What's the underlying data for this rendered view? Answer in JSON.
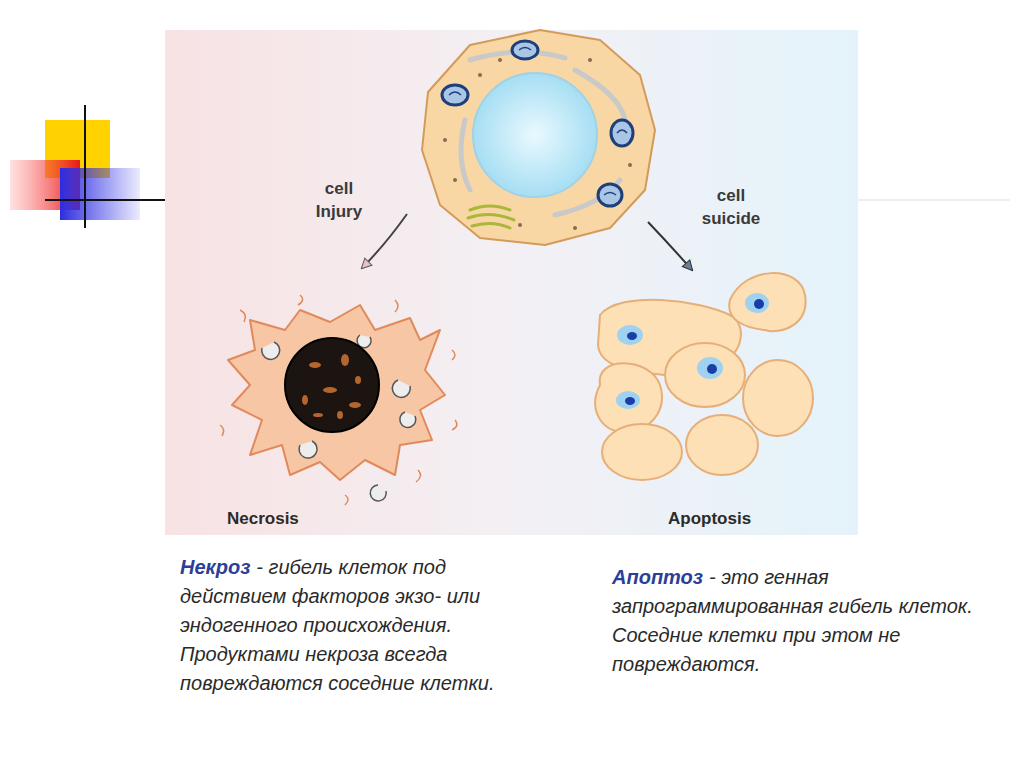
{
  "diagram": {
    "nodes": [
      {
        "text": [
          "Necrosis"
        ]
      },
      {
        "text": [
          "Apoptosis"
        ]
      }
    ],
    "labels": [
      "cell Injury",
      "cell suicide",
      "Некроз",
      "- гибель клеток под действием факторов экзо- или эндогенного происхождения. Продуктами некроза всегда повреждаются соседние клетки.",
      "Апоптоз",
      "- это генная запрограммированная гибель клеток. Соседние клетки при этом не повреждаются."
    ]
  }
}
